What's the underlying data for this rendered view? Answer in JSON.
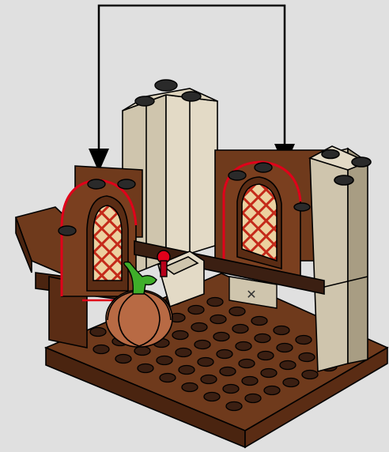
{
  "scene": {
    "background": "#e0e0e0",
    "colors": {
      "reddish_brown": "#6f3a1c",
      "reddish_brown_dark": "#4a2410",
      "reddish_brown_light": "#8a4a26",
      "dark_brown": "#3b1f12",
      "tan": "#cfc5ad",
      "tan_dark": "#a89d83",
      "tan_light": "#e3dac6",
      "highlight_red": "#e0001a",
      "pumpkin": "#b86a44",
      "leaf_green": "#3fae2a",
      "window_fill": "#e8c68a",
      "lattice": "#c42a1a",
      "outline": "#000000"
    },
    "callouts": [
      {
        "name": "left-window-arrow",
        "target": "left-arched-window"
      },
      {
        "name": "right-window-arrow",
        "target": "right-arched-window"
      }
    ],
    "highlighted_parts": [
      "left-arched-window",
      "right-arched-window"
    ]
  }
}
